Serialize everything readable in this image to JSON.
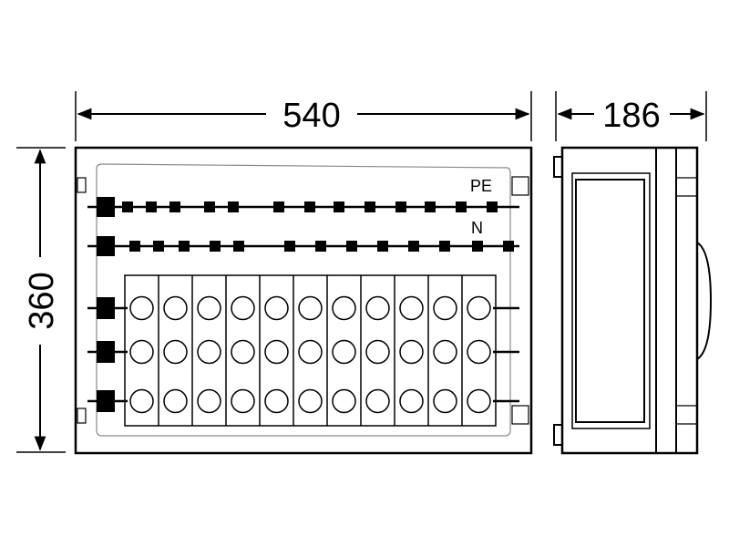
{
  "dimensions": {
    "width": "540",
    "height": "360",
    "depth": "186"
  },
  "labels": {
    "pe": "PE",
    "n": "N"
  },
  "terminal_blocks": {
    "columns": 11,
    "rows": 3
  },
  "colors": {
    "line": "#000000",
    "light_line": "#888888",
    "background": "#ffffff"
  }
}
